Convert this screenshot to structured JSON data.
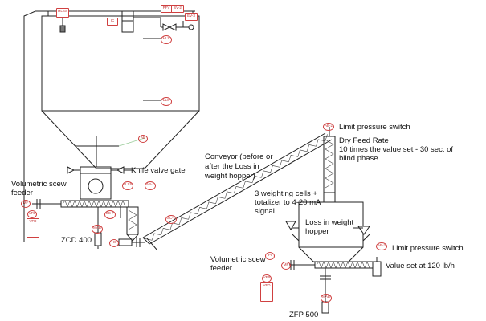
{
  "labels": {
    "knife_valve": "Knife valve gate",
    "vol_feeder_1a": "Volumetric scew",
    "vol_feeder_1b": "feeder",
    "zcd": "ZCD 400",
    "conveyor_a": "Conveyor (before or",
    "conveyor_b": "after the Loss in",
    "conveyor_c": "weight hopper)",
    "lps_top": "Limit pressure switch",
    "dry_feed_a": "Dry Feed Rate",
    "dry_feed_b": "10 times the value set - 30 sec. of",
    "dry_feed_c": "blind phase",
    "cells_a": "3 weighting cells +",
    "cells_b": "totalizer to 4-20 mA",
    "cells_c": "signal",
    "liw_a": "Loss in weight",
    "liw_b": "hopper",
    "lps_bottom": "Limit pressure switch",
    "vol_feeder_2a": "Volumetric scew",
    "vol_feeder_2b": "feeder",
    "value_set": "Value set at 120 lb/h",
    "zfp": "ZFP 500"
  },
  "tags": {
    "hls": "HLSS",
    "ic": "IC",
    "pfv": "PFV",
    "sv2": "SV-2",
    "ev": "EV-3",
    "hls_side": "HLS",
    "lls_side": "LLS",
    "ab": "AB",
    "lls_low": "LLSS",
    "ab1": "AB-1",
    "sc": "SC-P",
    "sc2": "SC-1",
    "mf": "MF",
    "vfb": "VFB",
    "vfd": "VFD",
    "mab": "MAB",
    "hc": "HC",
    "ab2": "AB-2",
    "ab3": "AB-3",
    "vfb2": "VFB",
    "vfd2": "VFD",
    "mf2": "MF",
    "mab2": "MAB",
    "pi": "PI"
  }
}
